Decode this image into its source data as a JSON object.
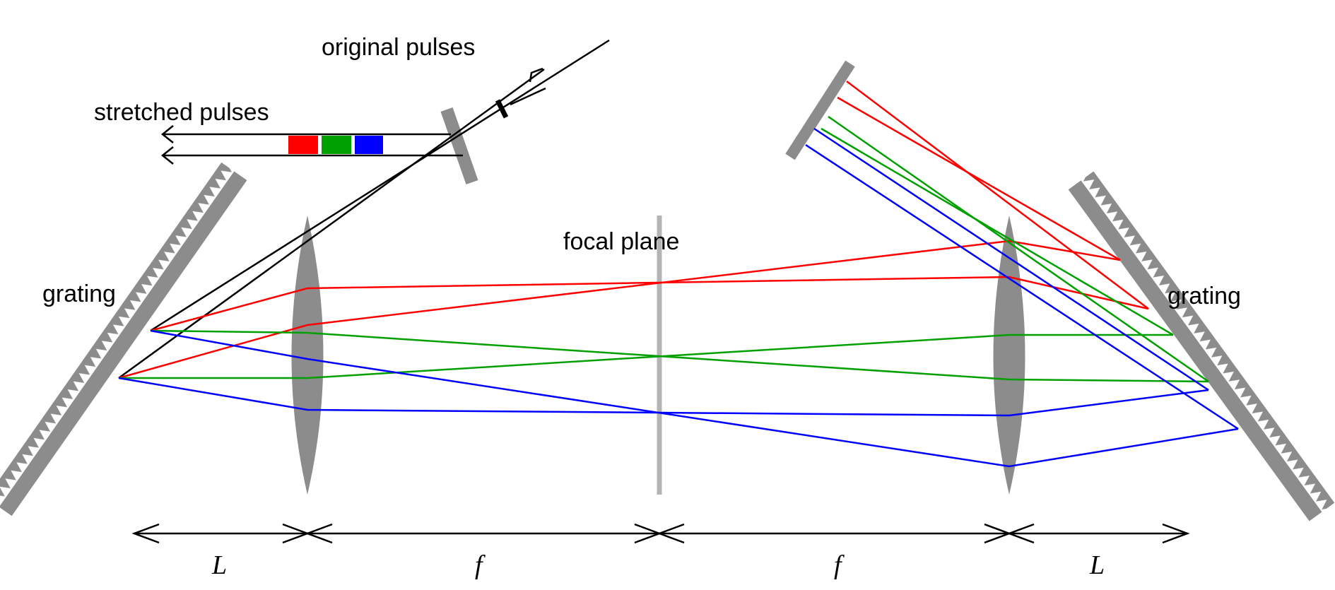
{
  "labels": {
    "original_pulses": "original pulses",
    "stretched_pulses": "stretched pulses",
    "focal_plane": "focal plane",
    "grating_left": "grating",
    "grating_right": "grating"
  },
  "dimensions": [
    "L",
    "f",
    "f",
    "L"
  ],
  "colors": {
    "red": "#ff0000",
    "green": "#00a000",
    "blue": "#0000ff",
    "black": "#000000",
    "optic_gray": "#8c8c8c",
    "focal_plane_gray": "#b4b4b4"
  }
}
